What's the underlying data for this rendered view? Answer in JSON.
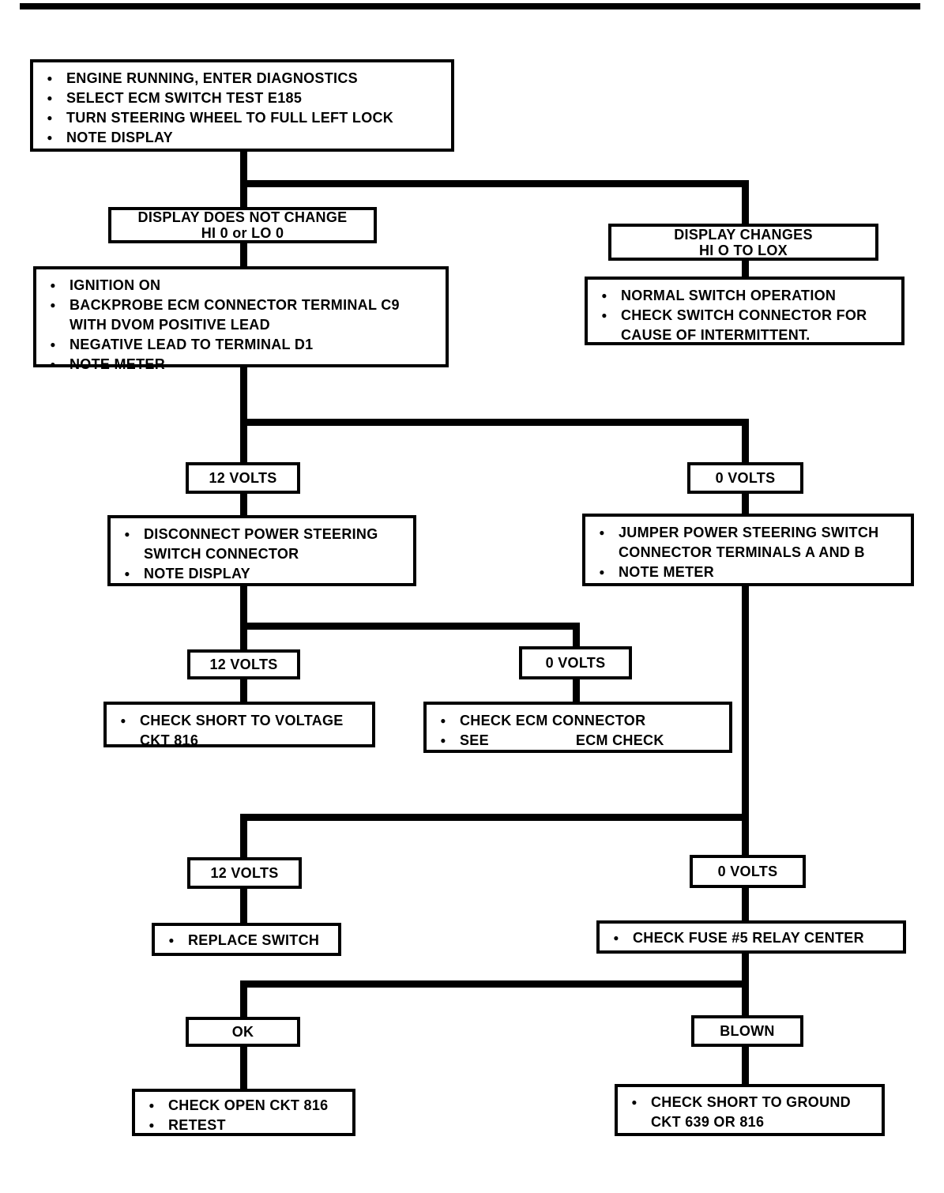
{
  "icons": {
    "bullet": "●"
  },
  "flowchart": {
    "title_hint": "ECM power steering switch diagnostic flowchart",
    "nodes": {
      "start": {
        "bullets": [
          "ENGINE RUNNING, ENTER DIAGNOSTICS",
          "SELECT ECM SWITCH TEST E185",
          "TURN STEERING WHEEL TO FULL LEFT LOCK",
          "NOTE DISPLAY"
        ]
      },
      "display_not_change": {
        "line1": "DISPLAY DOES NOT CHANGE",
        "line2": "HI 0 or LO 0"
      },
      "display_changes": {
        "line1": "DISPLAY CHANGES",
        "line2": "HI O TO LOX"
      },
      "backprobe": {
        "bullets": [
          "IGNITION ON",
          "BACKPROBE ECM CONNECTOR TERMINAL C9 WITH DVOM POSITIVE LEAD",
          "NEGATIVE LEAD TO TERMINAL D1",
          "NOTE METER"
        ]
      },
      "normal_switch": {
        "bullets": [
          "NORMAL SWITCH OPERATION",
          "CHECK SWITCH CONNECTOR  FOR CAUSE OF INTERMITTENT."
        ]
      },
      "disconnect": {
        "bullets": [
          "DISCONNECT POWER STEERING SWITCH CONNECTOR",
          "NOTE DISPLAY"
        ]
      },
      "jumper": {
        "bullets": [
          "JUMPER POWER STEERING SWITCH CONNECTOR TERMINALS A AND B",
          "NOTE METER"
        ]
      },
      "short_voltage": {
        "bullets": [
          "CHECK SHORT TO VOLTAGE CKT 816"
        ]
      },
      "ecm_check": {
        "bullets": [
          "CHECK ECM CONNECTOR"
        ],
        "see_prefix": "SEE",
        "see_ref": "ECM CHECK"
      },
      "replace_switch": {
        "bullets": [
          "REPLACE SWITCH"
        ]
      },
      "check_fuse": {
        "bullets": [
          "CHECK FUSE #5 RELAY CENTER"
        ]
      },
      "open_ckt": {
        "bullets": [
          "CHECK OPEN CKT 816",
          "RETEST"
        ]
      },
      "short_ground": {
        "bullets": [
          "CHECK SHORT TO GROUND CKT 639 OR 816"
        ]
      }
    },
    "labels": {
      "twelve_volts": "12 VOLTS",
      "zero_volts": "0 VOLTS",
      "ok": "OK",
      "blown": "BLOWN"
    },
    "colors": {
      "ink": "#000000",
      "paper": "#ffffff"
    }
  }
}
